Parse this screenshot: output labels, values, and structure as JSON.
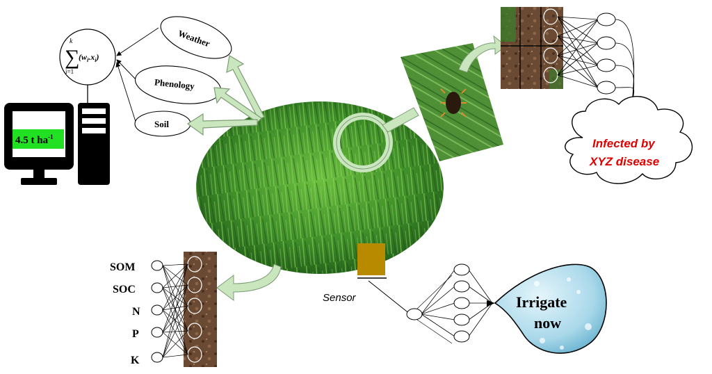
{
  "computer": {
    "yield_value": "4.5 t ha",
    "yield_exponent": "-1"
  },
  "formula": {
    "sum_upper": "k",
    "sum_lower": "i=1",
    "body": "(w",
    "w_sub": "i",
    "dot": ".",
    "x": "x",
    "x_sub": "i",
    "close": ")"
  },
  "factors": [
    "Weather",
    "Phenology",
    "Soil"
  ],
  "disease": {
    "line1": "Infected by",
    "line2": "XYZ disease"
  },
  "soil_outputs": [
    "SOM",
    "SOC",
    "N",
    "P",
    "K"
  ],
  "sensor": {
    "label": "Sensor"
  },
  "irrigation": {
    "line1": "Irrigate",
    "line2": "now"
  },
  "colors": {
    "arrow_fill": "#c9e6bf",
    "arrow_stroke": "#7c9c74",
    "disease_text": "#e00000",
    "yield_bg": "#22e022",
    "sensor_box": "#b88a00",
    "water_fill": "#a9d8ea",
    "soil_fill": "#6b4a33",
    "field_green": "#3f8f2a"
  },
  "icons": [
    "computer-monitor-icon",
    "computer-tower-icon",
    "magnifier-icon",
    "water-drop-icon",
    "cloud-icon"
  ]
}
